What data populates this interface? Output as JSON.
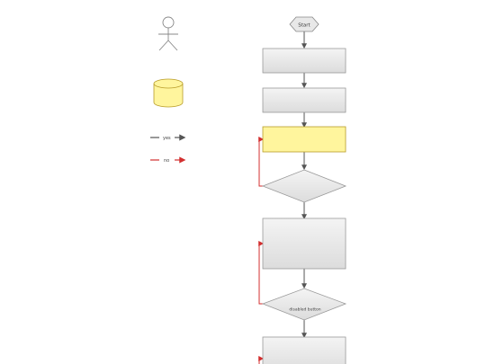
{
  "diagram": {
    "title": "",
    "legend": {
      "actor_label": "",
      "database_label": "",
      "yes_label": "yes",
      "no_label": "no"
    },
    "nodes": {
      "start": "Start",
      "step1": "",
      "step2": "",
      "step3": "",
      "decision1": [
        "",
        "",
        ""
      ],
      "step4": [
        "",
        "",
        "",
        "",
        "",
        ""
      ],
      "decision2": [
        "",
        "",
        "",
        "disabled button"
      ],
      "step5": [
        "",
        "",
        ""
      ]
    },
    "colors": {
      "process_fill": "#e8e8e8",
      "highlight_fill": "#fff59d",
      "database_fill": "#fff59d",
      "yes_arrow": "#555555",
      "no_arrow": "#d32f2f"
    }
  }
}
